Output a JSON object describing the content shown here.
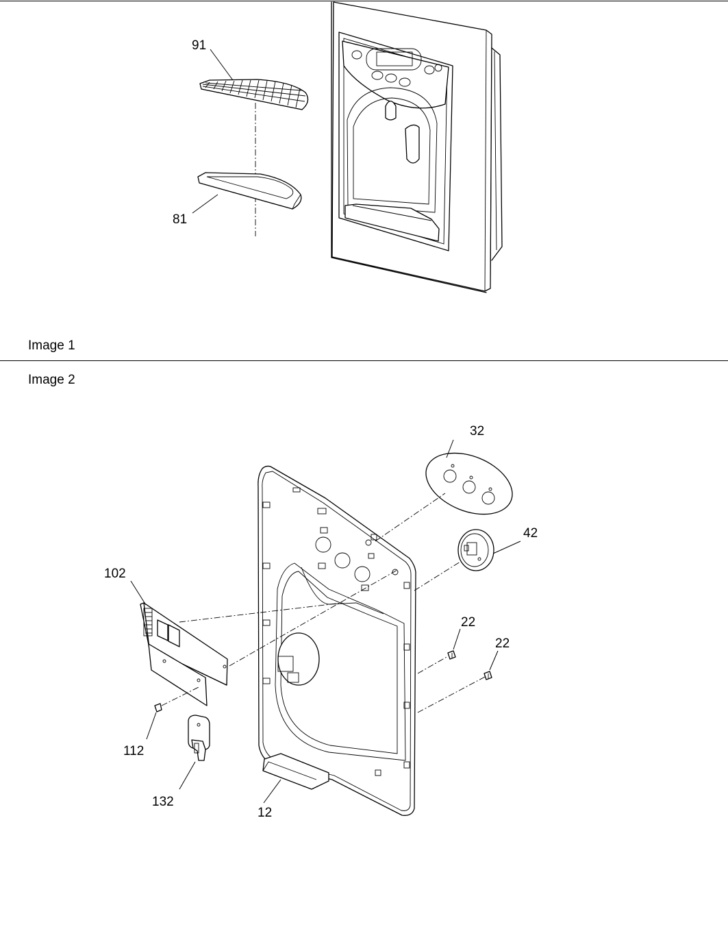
{
  "captions": {
    "image1": "Image 1",
    "image2": "Image 2"
  },
  "callouts": {
    "p91": "91",
    "p81": "81",
    "p32": "32",
    "p42": "42",
    "p102": "102",
    "p22a": "22",
    "p22b": "22",
    "p112": "112",
    "p132": "132",
    "p12": "12"
  }
}
